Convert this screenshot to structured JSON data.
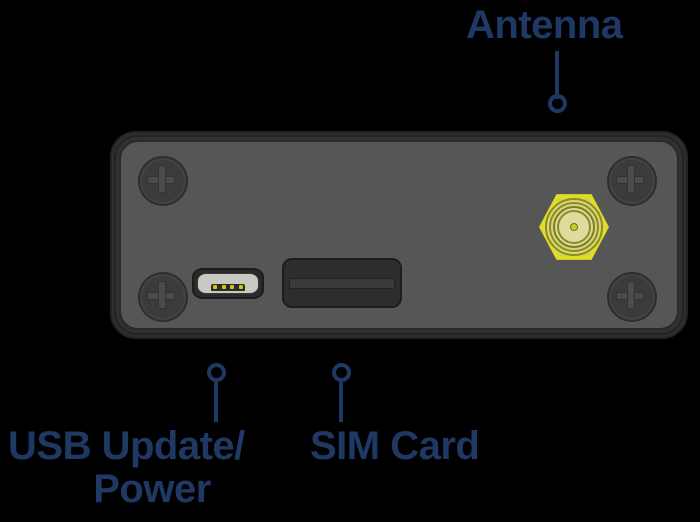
{
  "diagram": {
    "title": "Device rear panel connector callout diagram",
    "background_color": "#000000",
    "label_color": "#1f3864"
  },
  "labels": {
    "antenna": "Antenna",
    "usb_line1": "USB Update/",
    "usb_line2": "Power",
    "sim": "SIM Card"
  },
  "device": {
    "body_color": "#565656",
    "shell_color": "#2f2f2f",
    "border_color": "#232323"
  },
  "components": {
    "antenna_connector": {
      "name": "SMA antenna connector",
      "color": "#dede29"
    },
    "usb_port": {
      "name": "Micro USB port",
      "cavity_color": "#c9c9c4",
      "pin_color": "#d4c418",
      "pin_count": 4
    },
    "sim_slot": {
      "name": "SIM card slot",
      "color": "#2d2d2d"
    },
    "screws": {
      "name": "Phillips head screw",
      "count": 4,
      "color": "#3b3b3b"
    }
  }
}
